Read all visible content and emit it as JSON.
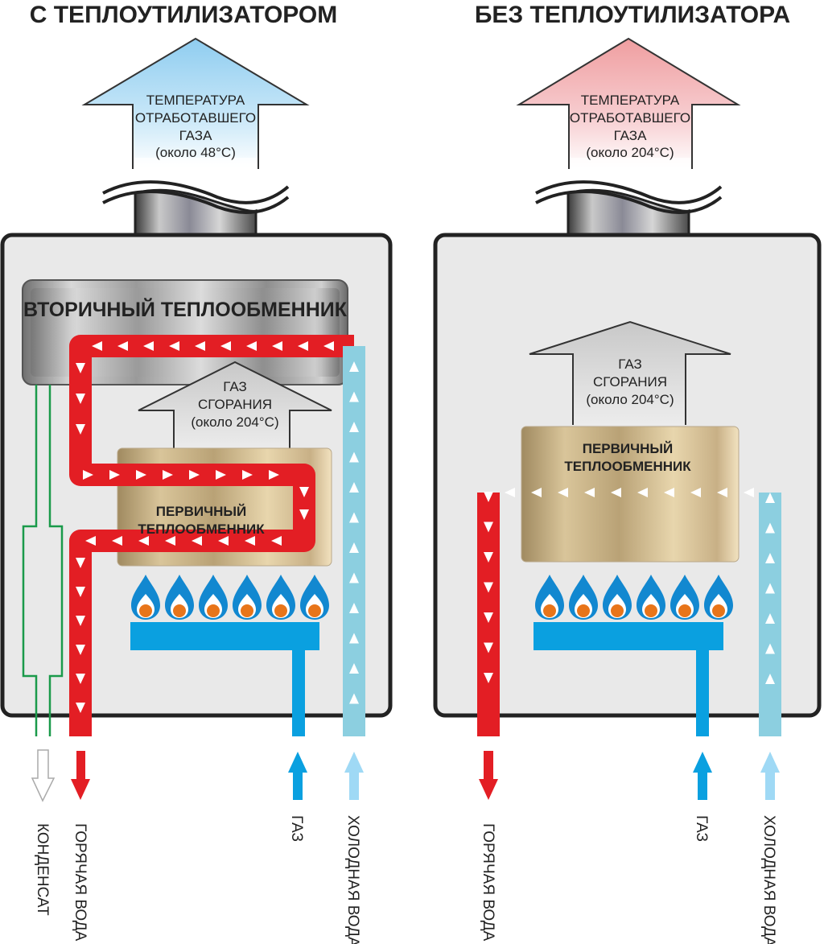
{
  "colors": {
    "hot_water": "#e31e24",
    "cold_water": "#8ccfe0",
    "cold_arrow": "#9fd9f5",
    "gas": "#0aa0e0",
    "condensate": "#1a9a4a",
    "flame_outer": "#1288d0",
    "flame_core": "#e8751a",
    "housing_fill": "#e9e9e9",
    "housing_stroke": "#222222",
    "exhaust_cool": "#9fd5f2",
    "exhaust_hot": "#f0a0a0"
  },
  "left_panel": {
    "title": "С ТЕПЛОУТИЛИЗАТОРОМ",
    "exhaust_arrow": {
      "line1": "ТЕМПЕРАТУРА",
      "line2": "ОТРАБОТАВШЕГО",
      "line3": "ГАЗА",
      "temp": "(около 48°C)"
    },
    "secondary_exchanger": "ВТОРИЧНЫЙ ТЕПЛООБМЕННИК",
    "combustion_arrow": {
      "line1": "ГАЗ",
      "line2": "СГОРАНИЯ",
      "temp": "(около 204°C)"
    },
    "primary_exchanger": {
      "line1": "ПЕРВИЧНЫЙ",
      "line2": "ТЕПЛООБМЕННИК"
    },
    "burner_count": 6,
    "outputs": [
      {
        "label": "КОНДЕНСАТ",
        "direction": "out"
      },
      {
        "label": "ГОРЯЧАЯ ВОДА",
        "direction": "out"
      },
      {
        "label": "ГАЗ",
        "direction": "in"
      },
      {
        "label": "ХОЛОДНАЯ ВОДА",
        "direction": "in"
      }
    ]
  },
  "right_panel": {
    "title": "БЕЗ ТЕПЛОУТИЛИЗАТОРА",
    "exhaust_arrow": {
      "line1": "ТЕМПЕРАТУРА",
      "line2": "ОТРАБОТАВШЕГО",
      "line3": "ГАЗА",
      "temp": "(около 204°C)"
    },
    "combustion_arrow": {
      "line1": "ГАЗ",
      "line2": "СГОРАНИЯ",
      "temp": "(около 204°C)"
    },
    "primary_exchanger": {
      "line1": "ПЕРВИЧНЫЙ",
      "line2": "ТЕПЛООБМЕННИК"
    },
    "burner_count": 6,
    "outputs": [
      {
        "label": "ГОРЯЧАЯ ВОДА",
        "direction": "out"
      },
      {
        "label": "ГАЗ",
        "direction": "in"
      },
      {
        "label": "ХОЛОДНАЯ ВОДА",
        "direction": "in"
      }
    ]
  }
}
